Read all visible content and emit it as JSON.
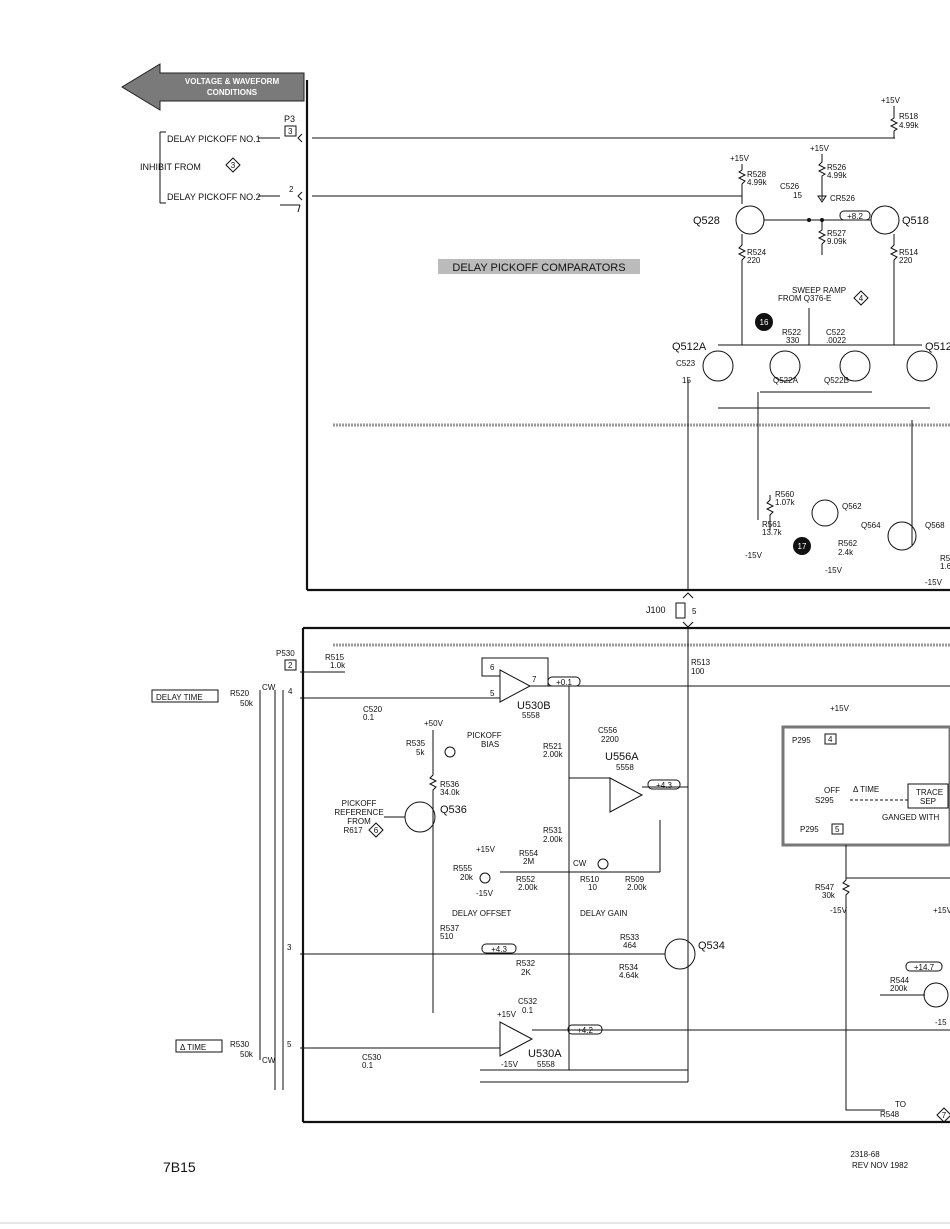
{
  "banner": {
    "line1": "VOLTAGE & WAVEFORM",
    "line2": "CONDITIONS",
    "color": "#7a7a7a"
  },
  "upper": {
    "section_label": "DELAY PICKOFF COMPARATORS",
    "connector": "P3",
    "pins": {
      "p3": "3",
      "p2": "2"
    },
    "delay_pickoff_1": "DELAY PICKOFF NO.1",
    "inhibit": "INHIBIT FROM",
    "inhibit_ref": "3",
    "delay_pickoff_2": "DELAY PICKOFF NO.2",
    "plus15v": "+15V",
    "minus15v": "-15V",
    "components": {
      "r518": "R518",
      "r518v": "4.99k",
      "r528": "R528",
      "r528v": "4.99k",
      "r526": "R526",
      "r526v": "4.99k",
      "c526": "C526",
      "c526v": "15",
      "cr526": "CR526",
      "volt_q518": "+8.2",
      "r527": "R527",
      "r527v": "9.09k",
      "q528": "Q528",
      "q518": "Q518",
      "r524": "R524",
      "r524v": "220",
      "r514": "R514",
      "r514v": "220",
      "sweep1": "SWEEP RAMP",
      "sweep2": "FROM Q376-E",
      "sweep_ref": "4",
      "r522": "R522",
      "r522v": "330",
      "c522": "C522",
      "c522v": ".0022",
      "tp16": "16",
      "tp17": "17",
      "q512a": "Q512A",
      "q512": "Q512",
      "q522a": "Q522A",
      "q522b": "Q522B",
      "c523": "C523",
      "c523v": "15",
      "r560": "R560",
      "r560v": "1.07k",
      "q562": "Q562",
      "q564": "Q564",
      "q568": "Q568",
      "r561": "R561",
      "r561v": "13.7k",
      "r562": "R562",
      "r562v": "2.4k",
      "r5x": "R5",
      "r5xv": "1.6"
    }
  },
  "j100": {
    "label": "J100",
    "pin": "5"
  },
  "lower": {
    "p530": "P530",
    "pins": {
      "p2": "2",
      "p4": "4",
      "p3": "3",
      "p5": "5"
    },
    "delay_time": "DELAY TIME",
    "delta_time": "Δ TIME",
    "r520": "R520",
    "r520v": "50k",
    "cw": "CW",
    "r515": "R515",
    "r515v": "1.0k",
    "c520": "C520",
    "c520v": "0.1",
    "r513": "R513",
    "r513v": "100",
    "u530b": "U530B",
    "u530b_pn": "5558",
    "pin6": "6",
    "pin7": "7",
    "pin5": "5",
    "volt_01": "+0.1",
    "plus50v": "+50V",
    "pickoff1": "PICKOFF",
    "pickoff2": "BIAS",
    "r535": "R535",
    "r535v": "5k",
    "r536": "R536",
    "r536v": "34.0k",
    "c556": "C556",
    "c556v": "2200",
    "u556a": "U556A",
    "u556a_pn": "5558",
    "r521": "R521",
    "r521v": "2.00k",
    "ref1": "PICKOFF",
    "ref2": "REFERENCE",
    "ref3": "FROM",
    "ref4": "R617",
    "ref_n": "6",
    "q536": "Q536",
    "r531": "R531",
    "r531v": "2.00k",
    "volt_43a": "+4.3",
    "r554": "R554",
    "r554v": "2M",
    "r555": "R555",
    "r555v": "20k",
    "r552": "R552",
    "r552v": "2.00k",
    "r510": "R510",
    "r510v": "10",
    "r509": "R509",
    "r509v": "2.00k",
    "delay_offset": "DELAY OFFSET",
    "delay_gain": "DELAY GAIN",
    "r537": "R537",
    "r537v": "510",
    "volt_43b": "+4.3",
    "r533": "R533",
    "r533v": "464",
    "q534": "Q534",
    "r534": "R534",
    "r534v": "4.64k",
    "r532": "R532",
    "r532v": "2K",
    "c532": "C532",
    "c532v": "0.1",
    "volt_42": "+4.2",
    "u530a": "U530A",
    "u530a_pn": "5558",
    "r530": "R530",
    "r530v": "50k",
    "c530": "C530",
    "c530v": "0.1",
    "p295": "P295",
    "p295a": "4",
    "p295b": "5",
    "off": "OFF",
    "s295": "S295",
    "delta_time_sw": "Δ TIME",
    "trace1": "TRACE",
    "trace2": "SEP",
    "ganged": "GANGED WITH",
    "r547": "R547",
    "r547v": "30k",
    "r544": "R544",
    "r544v": "200k",
    "volt_147": "+14.7",
    "to1": "TO",
    "to2": "R548",
    "to_ref": "7",
    "plus15v": "+15V",
    "minus15v": "-15V",
    "minus15": "-15"
  },
  "footer": {
    "model": "7B15",
    "doc": "2318-68",
    "rev": "REV NOV 1982"
  }
}
